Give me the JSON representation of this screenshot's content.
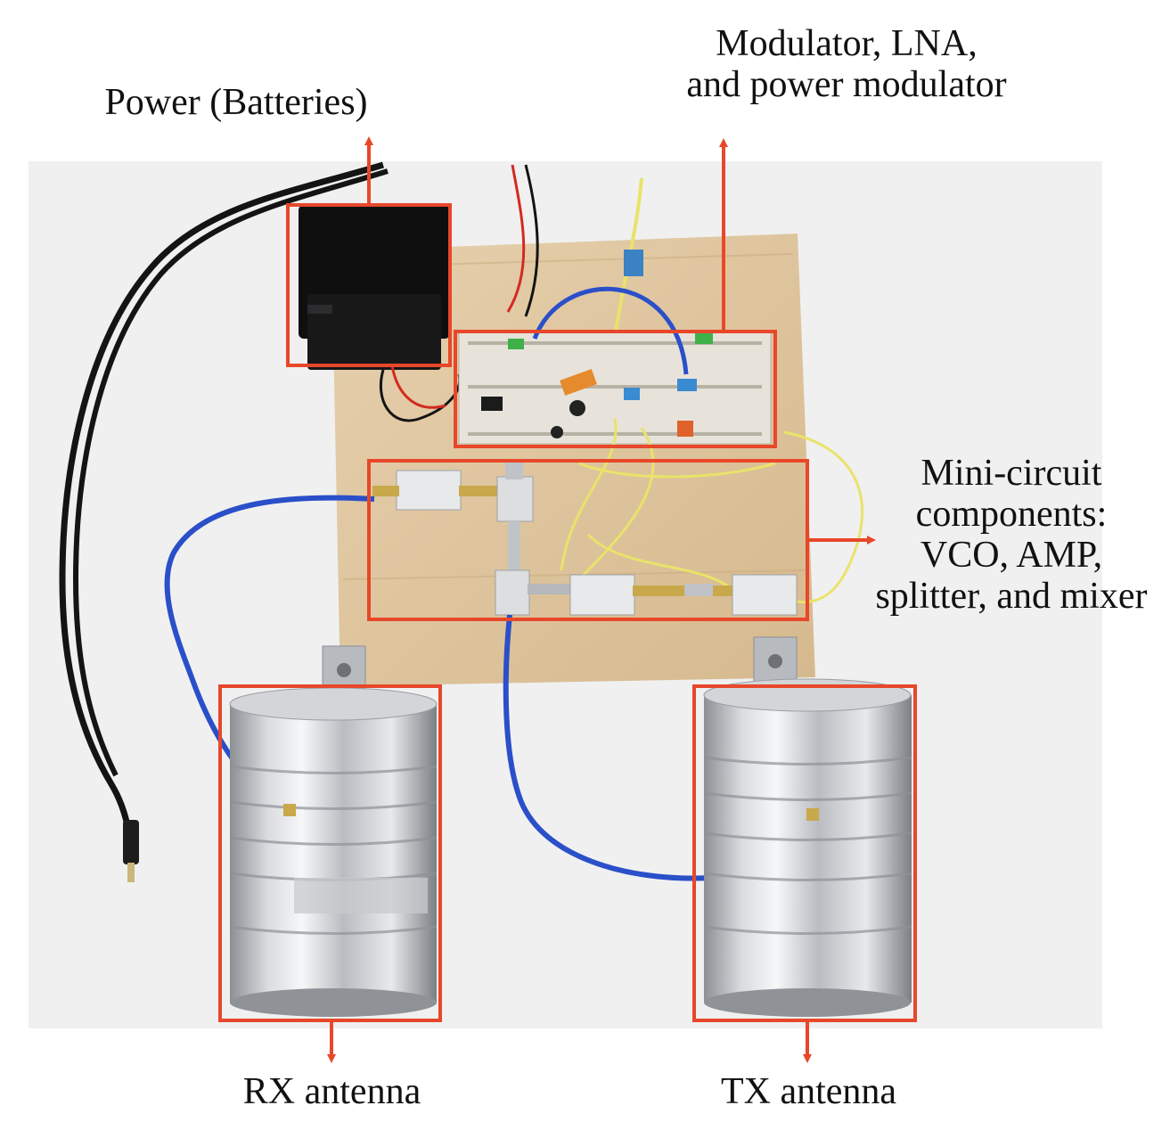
{
  "figure": {
    "callouts": {
      "power": [
        "Power (Batteries)"
      ],
      "modulator": [
        "Modulator, LNA,",
        "and power modulator"
      ],
      "minicircuit": [
        "Mini-circuit",
        "components:",
        "VCO, AMP,",
        "splitter, and mixer"
      ],
      "rx": [
        "RX antenna"
      ],
      "tx": [
        "TX antenna"
      ]
    },
    "colors": {
      "annotation": "#e8472a",
      "board": "#dcc29a",
      "table": "#ececec",
      "cable_blue": "#2a4fc9",
      "wire_yellow": "#e9e36a",
      "cable_black": "#141414"
    }
  }
}
